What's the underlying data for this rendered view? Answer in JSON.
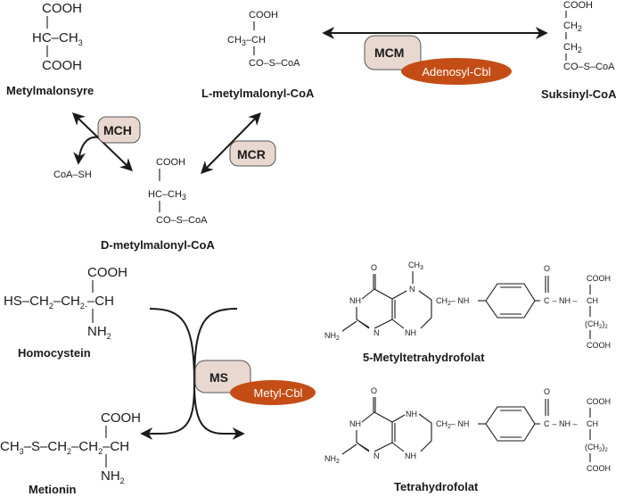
{
  "colors": {
    "enzyme_box": "#e8d8cf",
    "cofactor": "#c44d15",
    "ink": "#1a1a1a"
  },
  "molecules": {
    "metylmalonsyre": {
      "name": "Metylmalonsyre",
      "top": "COOH",
      "mid": "HC–CH",
      "mid_sub": "3",
      "bottom": "COOH"
    },
    "l_metylmalonyl_coa": {
      "name": "L-metylmalonyl-CoA",
      "top": "COOH",
      "mid_pre": "CH",
      "mid_sub": "3",
      "mid_post": "–CH",
      "bottom": "CO–S–CoA"
    },
    "suksinyl_coa": {
      "name": "Suksinyl-CoA",
      "top": "COOH",
      "ch2a": "CH",
      "ch2b": "CH",
      "sub": "2",
      "bottom": "CO–S–CoA"
    },
    "d_metylmalonyl_coa": {
      "name": "D-metylmalonyl-CoA",
      "top": "COOH",
      "mid": "HC–CH",
      "mid_sub": "3",
      "bottom": "CO–S–CoA"
    },
    "coa_sh": {
      "label": "CoA–SH"
    },
    "homocystein": {
      "name": "Homocystein",
      "top": "COOH",
      "chain": [
        "HS–CH",
        "2",
        "–CH",
        "2-",
        "–CH"
      ],
      "bottom": "NH",
      "bottom_sub": "2"
    },
    "metionin": {
      "name": "Metionin",
      "top": "COOH",
      "chain": [
        "CH",
        "3",
        "–S–CH",
        "2",
        "–CH",
        "2",
        "–CH"
      ],
      "bottom": "NH",
      "bottom_sub": "2"
    },
    "metyltetrahydrofolat": {
      "name": "5-Metyltetrahydrofolat",
      "labels": {
        "o_top": "O",
        "ch3": "CH",
        "ch3_sub": "3",
        "n5": "N",
        "nh1": "NH",
        "nh2": "NH",
        "nh2_sub": "2",
        "n_ring": "N",
        "nh_ring": "NH",
        "ch2": "CH",
        "ch2_sub": "2",
        "link_nh": "– NH",
        "amide_o": "O",
        "amide_c": "C",
        "amide_nh": "– NH –",
        "ch": "CH",
        "cooh_top": "COOH",
        "side": "(CH",
        "side_sub": "2",
        "side_post": ")",
        "side_sub2": "2",
        "cooh_bottom": "COOH"
      }
    },
    "tetrahydrofolat": {
      "name": "Tetrahydrofolat",
      "labels": {
        "o_top": "O",
        "n5": "NH",
        "nh1": "NH",
        "nh2": "NH",
        "nh2_sub": "2",
        "n_ring": "N",
        "nh_ring": "NH",
        "ch2": "CH",
        "ch2_sub": "2",
        "link_nh": "– NH",
        "amide_o": "O",
        "amide_c": "C",
        "amide_nh": "– NH –",
        "ch": "CH",
        "cooh_top": "COOH",
        "side": "(CH",
        "side_sub": "2",
        "side_post": ")",
        "side_sub2": "2",
        "cooh_bottom": "COOH"
      }
    }
  },
  "enzymes": {
    "mcm": "MCM",
    "mch": "MCH",
    "mcr": "MCR",
    "ms": "MS"
  },
  "cofactors": {
    "adenosyl_cbl": "Adenosyl-Cbl",
    "metyl_cbl": "Metyl-Cbl"
  }
}
